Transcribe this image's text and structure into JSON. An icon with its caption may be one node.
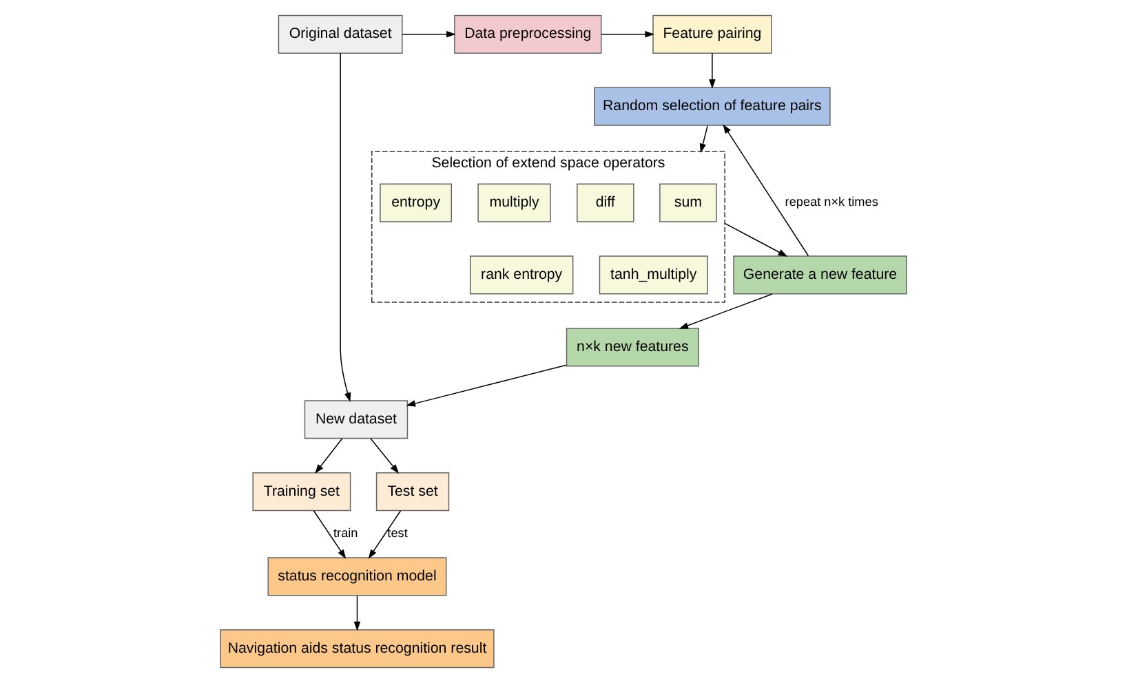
{
  "diagram": {
    "nodes": [
      {
        "text": [
          "Original dataset"
        ]
      },
      {
        "text": [
          "Data preprocessing"
        ]
      },
      {
        "text": [
          "Feature pairing"
        ]
      },
      {
        "text": [
          "New dataset"
        ]
      },
      {
        "text": [
          "Random selection of feature pairs"
        ]
      },
      {
        "text": [
          "Training set"
        ]
      },
      {
        "text": [
          "Test set"
        ]
      },
      {
        "text": [
          "Selection of extend space operators"
        ]
      },
      {
        "text": [
          "sum"
        ],
        "in": 7
      },
      {
        "text": [
          "diff"
        ],
        "in": 7
      },
      {
        "text": [
          "multiply"
        ],
        "in": 7
      },
      {
        "text": [
          "entropy"
        ],
        "in": 7
      },
      {
        "text": [
          "tanh_multiply"
        ],
        "in": 7
      },
      {
        "text": [
          "rank entropy"
        ],
        "in": 7
      },
      {
        "text": [
          "status recognition model"
        ]
      },
      {
        "text": [
          "Generate a new feature"
        ]
      },
      {
        "text": [
          "Navigation aids status recognition result"
        ]
      },
      {
        "text": [
          "n×k new features"
        ]
      }
    ],
    "edges": [
      {
        "from": 0,
        "to": 1,
        "arrow": "to"
      },
      {
        "from": 1,
        "to": 2,
        "arrow": "to"
      },
      {
        "from": 0,
        "to": 3,
        "arrow": "to"
      },
      {
        "from": 17,
        "to": 3,
        "arrow": "to"
      },
      {
        "from": 2,
        "to": 4,
        "arrow": "to"
      },
      {
        "from": 3,
        "to": 5,
        "arrow": "to"
      },
      {
        "from": 3,
        "to": 6,
        "arrow": "to"
      },
      {
        "from": 5,
        "to": 14,
        "arrow": "to",
        "label": "train"
      },
      {
        "from": 6,
        "to": 14,
        "arrow": "to",
        "label": "test"
      },
      {
        "from": 4,
        "to": 7,
        "arrow": "to"
      },
      {
        "from": 7,
        "to": 15,
        "arrow": "to"
      },
      {
        "from": 15,
        "to": 4,
        "arrow": "to",
        "label": "repeat n×k times"
      },
      {
        "from": 15,
        "to": 17,
        "arrow": "to"
      },
      {
        "from": 14,
        "to": 16,
        "arrow": "to"
      }
    ]
  }
}
